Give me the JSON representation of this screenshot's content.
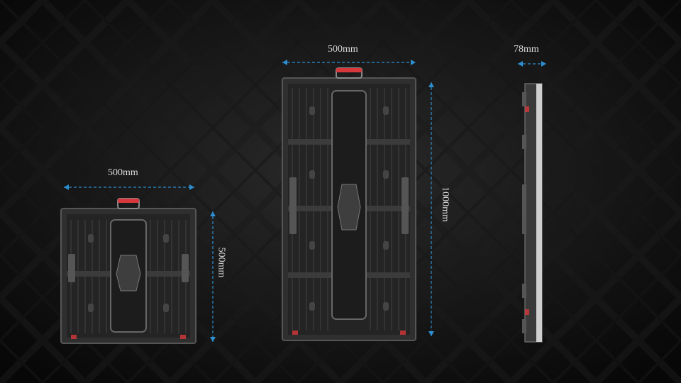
{
  "colors": {
    "background": "#0d0d0d",
    "dimension_line": "#2e8fd0",
    "label_text": "#d9d9d9",
    "cabinet_frame": "#3a3a3a",
    "cabinet_panel": "#262626",
    "handle_accent": "#d7383c"
  },
  "small_cabinet": {
    "width_label": "500mm",
    "height_label": "500mm"
  },
  "large_cabinet": {
    "width_label": "500mm",
    "height_label": "1000mm"
  },
  "side_view": {
    "depth_label": "78mm"
  }
}
